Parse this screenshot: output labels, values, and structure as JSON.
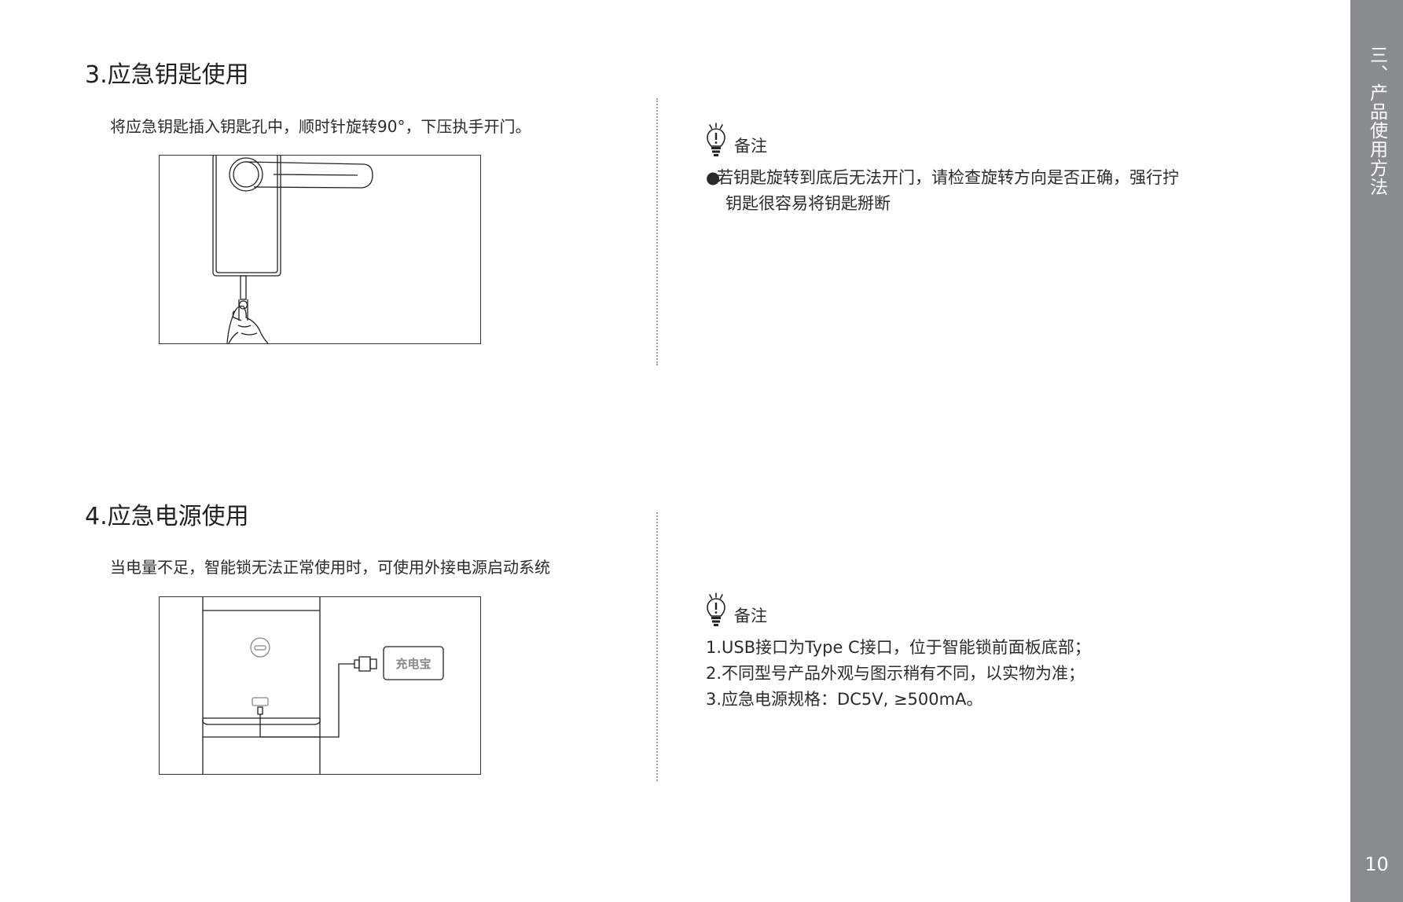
{
  "sidebar": {
    "chapter": "三、产品使用方法",
    "page_number": "10"
  },
  "section3": {
    "title": "3.应急钥匙使用",
    "description": "将应急钥匙插入钥匙孔中，顺时针旋转90°，下压执手开门。",
    "note": {
      "label": "备注",
      "bullet": "●",
      "line1": "若钥匙旋转到底后无法开门，请检查旋转方向是否正确，强行拧",
      "line2": "钥匙很容易将钥匙掰断"
    }
  },
  "section4": {
    "title": "4.应急电源使用",
    "description": "当电量不足，智能锁无法正常使用时，可使用外接电源启动系统",
    "power_bank_label": "充电宝",
    "note": {
      "label": "备注",
      "lines": [
        "1.USB接口为Type C接口，位于智能锁前面板底部；",
        "2.不同型号产品外观与图示稍有不同，以实物为准；",
        "3.应急电源规格：DC5V, ≥500mA。"
      ]
    }
  }
}
